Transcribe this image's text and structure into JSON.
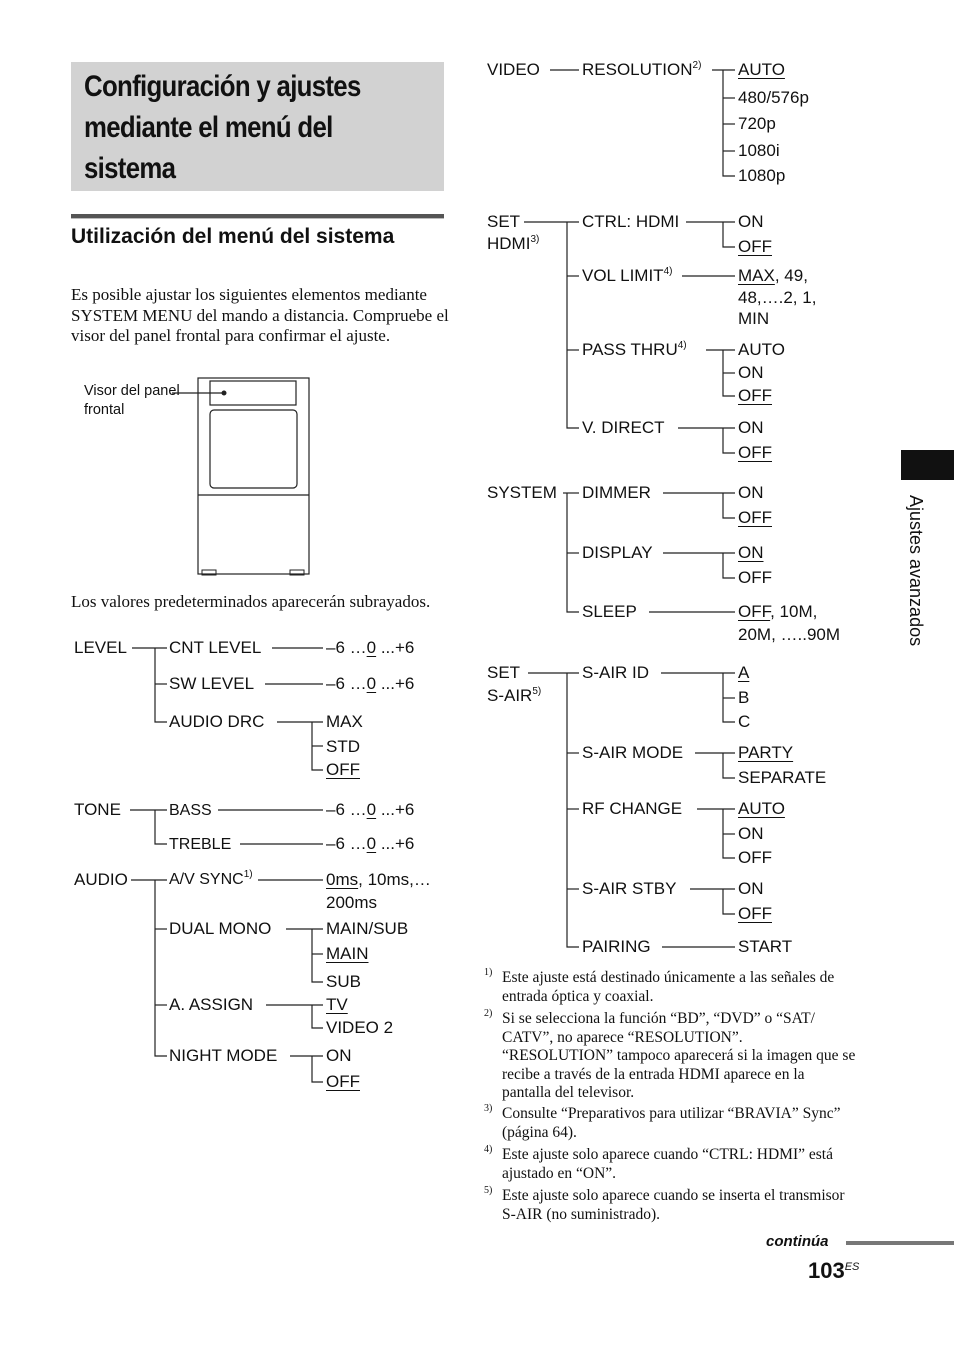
{
  "header": {
    "title": "Configuración y ajustes mediante el menú del sistema"
  },
  "section": {
    "title": "Utilización del menú del sistema",
    "intro": "Es posible ajustar los siguientes elementos mediante SYSTEM MENU del mando a distancia. Compruebe el visor del panel frontal para confirmar el ajuste.",
    "figure_label": "Visor del panel frontal",
    "defaults_note": "Los valores predeterminados aparecerán subrayados."
  },
  "menu_left": {
    "level": {
      "label": "LEVEL",
      "cnt_level": {
        "label": "CNT LEVEL",
        "a": "–6 …",
        "b": "0",
        "c": " ...+6"
      },
      "sw_level": {
        "label": "SW LEVEL",
        "a": "–6 …",
        "b": "0",
        "c": " ...+6"
      },
      "audio_drc": {
        "label": "AUDIO DRC",
        "options": [
          "MAX",
          "STD",
          "OFF"
        ]
      }
    },
    "tone": {
      "label": "TONE",
      "bass": {
        "label": "BASS",
        "a": "–6 …",
        "b": "0",
        "c": " ...+6"
      },
      "treble": {
        "label": "TREBLE",
        "a": "–6 …",
        "b": "0",
        "c": " ...+6"
      }
    },
    "audio": {
      "label": "AUDIO",
      "av_sync": {
        "label": "A/V SYNC",
        "sup": "1)",
        "value_u": "0ms",
        "value_rest": ", 10ms,…",
        "value_line2": "200ms"
      },
      "dual_mono": {
        "label": "DUAL MONO",
        "options": [
          "MAIN/SUB",
          "MAIN",
          "SUB"
        ]
      },
      "a_assign": {
        "label": "A. ASSIGN",
        "options": [
          "TV",
          "VIDEO 2"
        ]
      },
      "night_mode": {
        "label": "NIGHT MODE",
        "options": [
          "ON",
          "OFF"
        ]
      }
    }
  },
  "menu_right": {
    "video": {
      "label": "VIDEO",
      "resolution": {
        "label": "RESOLUTION",
        "sup": "2)",
        "options": [
          "AUTO",
          "480/576p",
          "720p",
          "1080i",
          "1080p"
        ]
      }
    },
    "set_hdmi": {
      "label1": "SET",
      "label2": "HDMI",
      "sup": "3)",
      "ctrl_hdmi": {
        "label": "CTRL: HDMI",
        "options": [
          "ON",
          "OFF"
        ]
      },
      "vol_limit": {
        "label": "VOL LIMIT",
        "sup": "4)",
        "value_u": "MAX",
        "value_rest": ", 49,",
        "line2": "48,….2, 1,",
        "line3": "MIN"
      },
      "pass_thru": {
        "label": "PASS THRU",
        "sup": "4)",
        "options": [
          "AUTO",
          "ON",
          "OFF"
        ]
      },
      "v_direct": {
        "label": "V. DIRECT",
        "options": [
          "ON",
          "OFF"
        ]
      }
    },
    "system": {
      "label": "SYSTEM",
      "dimmer": {
        "label": "DIMMER",
        "options": [
          "ON",
          "OFF"
        ]
      },
      "display": {
        "label": "DISPLAY",
        "options": [
          "ON",
          "OFF"
        ]
      },
      "sleep": {
        "label": "SLEEP",
        "value_u": "OFF",
        "value_rest": ", 10M,",
        "line2": "20M, …..90M"
      }
    },
    "set_sair": {
      "label1": "SET",
      "label2": "S-AIR",
      "sup": "5)",
      "sair_id": {
        "label": "S-AIR ID",
        "options": [
          "A",
          "B",
          "C"
        ]
      },
      "sair_mode": {
        "label": "S-AIR MODE",
        "options": [
          "PARTY",
          "SEPARATE"
        ]
      },
      "rf_change": {
        "label": "RF CHANGE",
        "options": [
          "AUTO",
          "ON",
          "OFF"
        ]
      },
      "sair_stby": {
        "label": "S-AIR STBY",
        "options": [
          "ON",
          "OFF"
        ]
      },
      "pairing": {
        "label": "PAIRING",
        "value": "START"
      }
    }
  },
  "footnotes": [
    {
      "num": "1)",
      "text": "Este ajuste está destinado únicamente a las señales de entrada óptica y coaxial."
    },
    {
      "num": "2)",
      "text": "Si se selecciona la función “BD”, “DVD” o “SAT/ CATV”, no aparece “RESOLUTION”. “RESOLUTION” tampoco aparecerá si la imagen que se recibe a través de la entrada HDMI aparece en la pantalla del televisor."
    },
    {
      "num": "3)",
      "text": "Consulte “Preparativos para utilizar “BRAVIA” Sync” (página 64)."
    },
    {
      "num": "4)",
      "text": "Este ajuste solo aparece cuando “CTRL: HDMI” está ajustado en “ON”."
    },
    {
      "num": "5)",
      "text": "Este ajuste solo aparece cuando se inserta el transmisor S-AIR (no suministrado)."
    }
  ],
  "side_tab": {
    "label": "Ajustes avanzados"
  },
  "footer": {
    "continues": "continúa",
    "page": "103",
    "page_suffix": "ES"
  }
}
